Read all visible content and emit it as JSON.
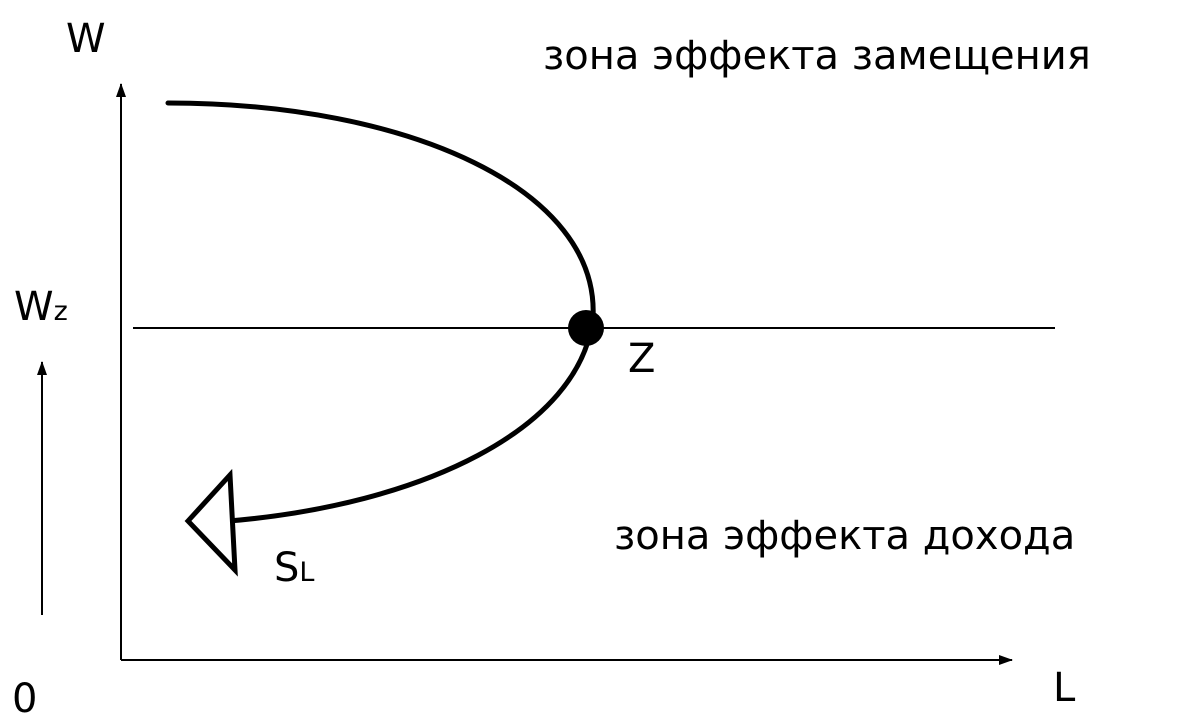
{
  "axes": {
    "y_label": "W",
    "x_label": "L",
    "origin_label": "0"
  },
  "level": {
    "main": "W",
    "subscript": "z"
  },
  "point": {
    "label": "Z"
  },
  "curve": {
    "main": "S",
    "subscript": "L"
  },
  "zones": {
    "upper": "зона эффекта замещения",
    "lower": "зона эффекта дохода"
  },
  "colors": {
    "ink": "#000000",
    "background": "#ffffff"
  }
}
